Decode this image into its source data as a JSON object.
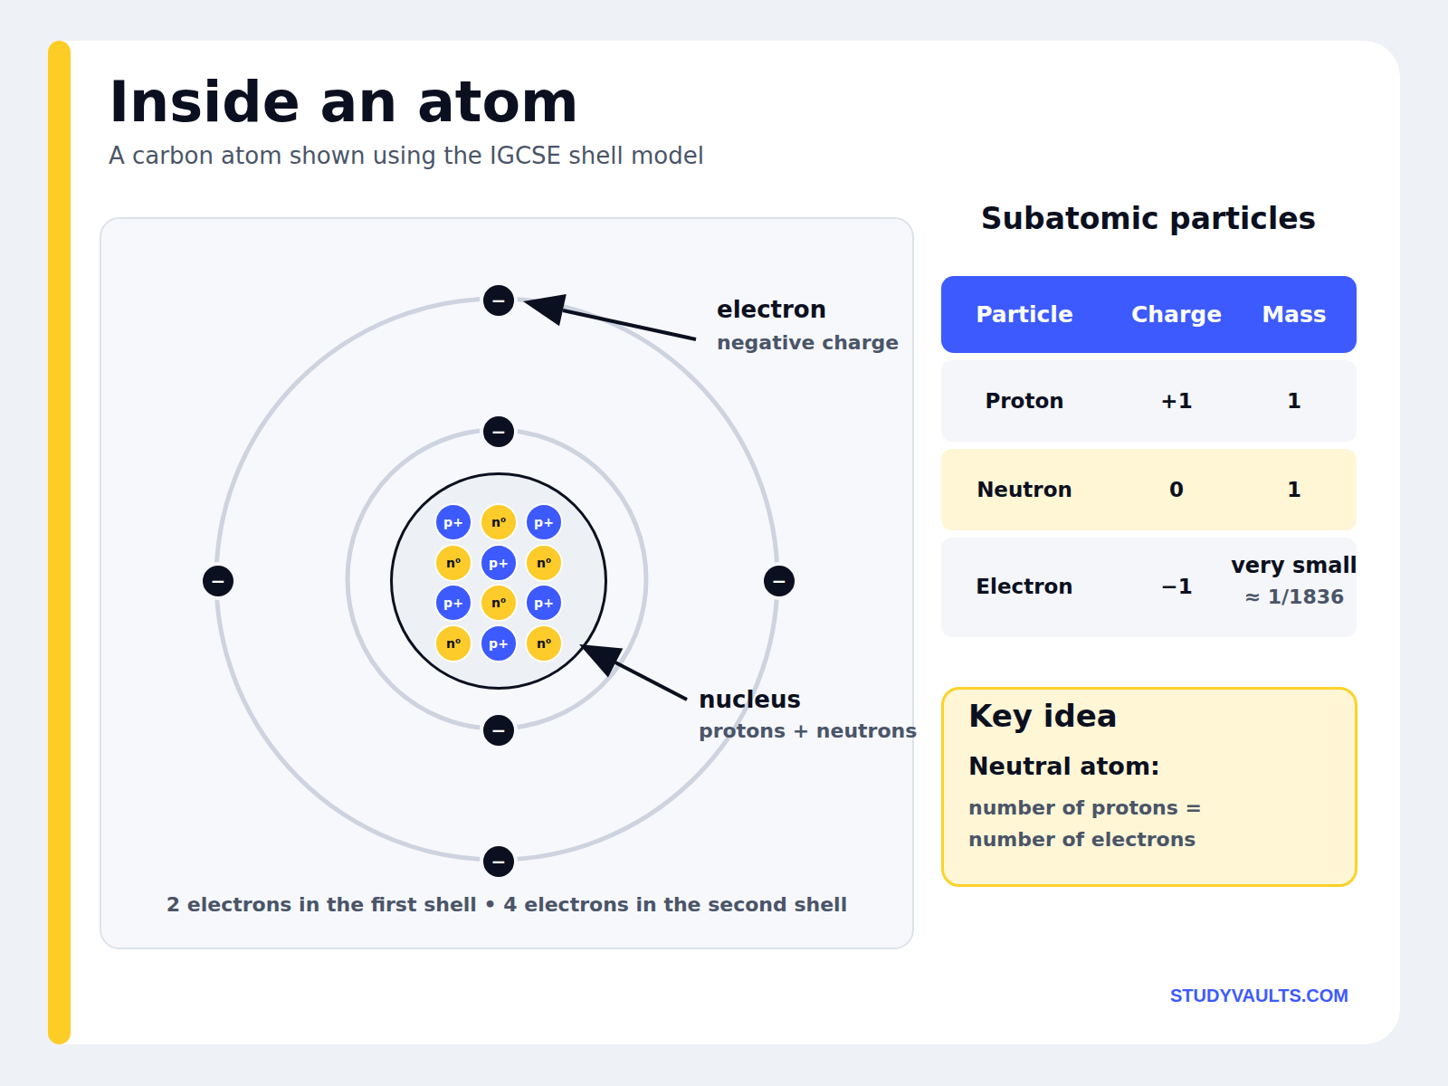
{
  "diagram": {
    "title": "Inside an atom",
    "caption": "A carbon atom shown using the IGCSE shell model",
    "nodes": [
      {
        "text": [
          "2 electrons in the first shell • 4 electrons in the second shell"
        ]
      },
      {
        "text": [
          "−",
          "electron",
          "negative charge"
        ],
        "in": 0
      },
      {
        "text": [
          "−"
        ],
        "in": 0
      },
      {
        "text": [
          "nucleus",
          "protons + neutrons"
        ],
        "in": 0
      },
      {
        "text": [
          "p+"
        ],
        "in": 3
      },
      {
        "text": [
          "n⁰"
        ],
        "in": 3
      },
      {
        "text": [
          "p+"
        ],
        "in": 3
      },
      {
        "text": [
          "n⁰"
        ],
        "in": 3
      },
      {
        "text": [
          "p+"
        ],
        "in": 3
      },
      {
        "text": [
          "n⁰"
        ],
        "in": 3
      },
      {
        "text": [
          "p+"
        ],
        "in": 3
      },
      {
        "text": [
          "n⁰"
        ],
        "in": 3
      },
      {
        "text": [
          "p+"
        ],
        "in": 3
      },
      {
        "text": [
          "n⁰"
        ],
        "in": 3
      },
      {
        "text": [
          "p+"
        ],
        "in": 3
      },
      {
        "text": [
          "n⁰"
        ],
        "in": 3
      },
      {
        "text": [
          "−"
        ],
        "in": 0
      },
      {
        "text": [
          "−"
        ],
        "in": 0
      },
      {
        "text": [
          "−"
        ],
        "in": 0
      },
      {
        "text": [
          "−"
        ],
        "in": 0
      },
      {
        "text": [
          "Particle",
          "Charge",
          "Mass"
        ]
      },
      {
        "text": [
          "Proton",
          "+1",
          "1"
        ]
      },
      {
        "text": [
          "Neutron",
          "0",
          "1"
        ]
      },
      {
        "text": [
          "Electron",
          "−1",
          "very small",
          "≈ 1/1836"
        ]
      },
      {
        "text": [
          "Key idea",
          "Neutral atom:",
          "number of protons = number of electrons"
        ]
      }
    ],
    "labels": [
      "Subatomic particles",
      "STUDYVAULTS.COM"
    ]
  }
}
